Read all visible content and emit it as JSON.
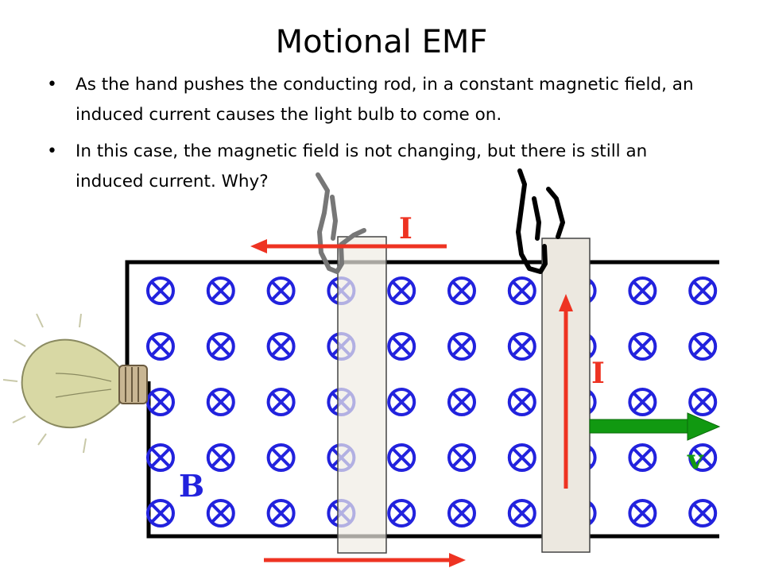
{
  "slide": {
    "title": "Motional EMF",
    "bullets": [
      "As the hand pushes the conducting rod, in a constant magnetic field, an induced current causes the light bulb to come on.",
      "In this case, the magnetic field is not changing, but there is still an induced current. Why?"
    ]
  },
  "diagram": {
    "labels": {
      "current_top": "I",
      "current_rod": "I",
      "field": "B",
      "velocity": "v"
    },
    "field_symbol": "x-in-circle (into page)",
    "field_grid": {
      "rows": 5,
      "cols": 10
    },
    "icons": [
      "hand-icon",
      "lightbulb-icon"
    ],
    "colors": {
      "field": "#2222dd",
      "current_arrow": "#ee3322",
      "velocity_arrow": "#119911",
      "label_text": "#ee3322",
      "velocity_text": "#119911",
      "field_label": "#2222dd",
      "circuit": "#000000"
    }
  }
}
